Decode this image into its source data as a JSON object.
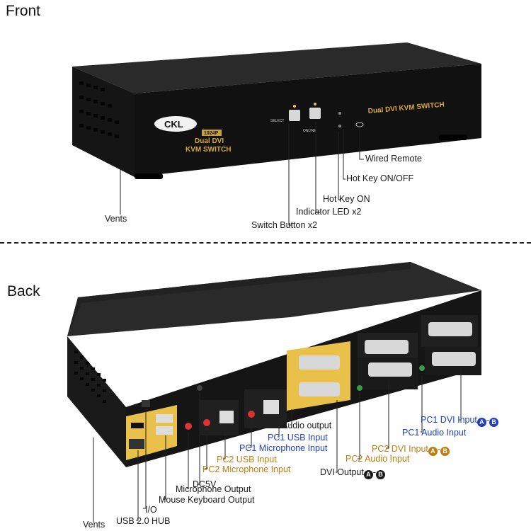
{
  "sections": {
    "front": "Front",
    "back": "Back"
  },
  "device_front": {
    "brand": "CKL",
    "model_badge": "1024P",
    "model_line1": "Dual DVI",
    "model_line2": "KVM SWITCH",
    "select_text": "SELECT",
    "online_text": "ONLINE",
    "panel_title": "Dual  DVI KVM SWITCH"
  },
  "front_labels": {
    "wired_remote": "Wired Remote",
    "hotkey_onoff": "Hot Key ON/OFF",
    "hotkey_on": "Hot Key ON",
    "indicator_led": "Indicator LED x2",
    "switch_button": "Switch Button x2",
    "vents": "Vents"
  },
  "back_labels": {
    "pc1_dvi_input": "PC1 DVI Input",
    "pc1_audio_input": "PC1 Audio Input",
    "pc2_dvi_input": "PC2 DVI Input",
    "pc2_audio_input": "PC2 Audio Input",
    "audio_output": "Audio output",
    "pc1_usb_input": "PC1 USB Input",
    "pc1_microphone_input": "PC1 Microphone Input",
    "pc2_usb_input": "PC2 USB Input",
    "pc2_microphone_input": "PC2 Microphone Input",
    "dvi_output": "DVI Output",
    "dc5v": "DC5V",
    "microphone_output": "Microphone Output",
    "mouse_keyboard_output": "Mouse Keyboard Output",
    "io": "I/O",
    "usb_hub": "USB 2.0 HUB",
    "vents": "Vents",
    "badge_a": "A",
    "badge_b": "B",
    "dash": "-"
  },
  "colors": {
    "blue": "#1f3fbf",
    "gold": "#c07d10",
    "device": "#1c1c1c",
    "panel_gold": "#e8c04a"
  }
}
